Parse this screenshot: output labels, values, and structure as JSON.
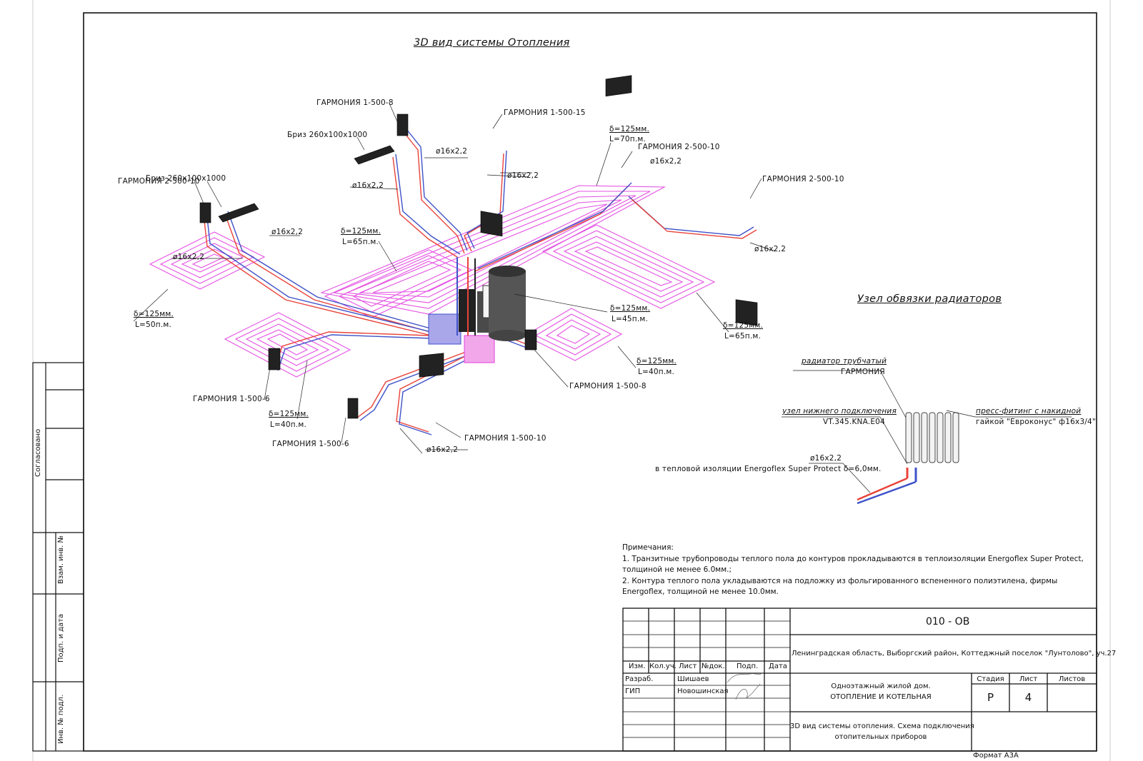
{
  "titles": {
    "main": "3D вид системы Отопления",
    "node": "Узел обвязки радиаторов"
  },
  "labels": {
    "rad_top1": "ГАРМОНИЯ 1-500-8",
    "rad_top2": "ГАРМОНИЯ 1-500-15",
    "briz1": "Бриз 260х100х1000",
    "briz2": "Бриз 260х100х1000",
    "rad_left": "ГАРМОНИЯ 2-500-10",
    "rad_ne": "ГАРМОНИЯ 2-500-10",
    "rad_e": "ГАРМОНИЯ 2-500-10",
    "rad_c": "ГАРМОНИЯ 1-500-8",
    "rad_sw": "ГАРМОНИЯ 1-500-6",
    "rad_s1": "ГАРМОНИЯ 1-500-6",
    "rad_s2": "ГАРМОНИЯ 1-500-10",
    "pipe1": "ø16x2,2",
    "pipe2": "ø16x2,2",
    "pipe3": "ø16x2,2",
    "pipe4": "ø16x2,2",
    "pipe5": "ø16x2,2",
    "pipe6": "ø16x2,2",
    "pipe7": "ø16x2,2",
    "pipe8": "ø16x2,2",
    "pipe9": "ø16x2,2",
    "loop_ne_a": "δ=125мм.",
    "loop_ne_b": "L=70п.м.",
    "loop_mid_a": "δ=125мм.",
    "loop_mid_b": "L=65п.м.",
    "loop_w_a": "δ=125мм.",
    "loop_w_b": "L=50п.м.",
    "loop_c_a": "δ=125мм.",
    "loop_c_b": "L=45п.м.",
    "loop_e_a": "δ=125мм.",
    "loop_e_b": "L=65п.м.",
    "loop_se_a": "δ=125мм.",
    "loop_se_b": "L=40п.м.",
    "loop_sw_a": "δ=125мм.",
    "loop_sw_b": "L=40п.м."
  },
  "node": {
    "rad_a": "радиатор трубчатый",
    "rad_b": "ГАРМОНИЯ",
    "conn_a": "узел нижнего подключения",
    "conn_b": "VT.345.KNA.E04",
    "fit_a": "пресс-фитинг с накидной",
    "fit_b": "гайкой \"Евроконус\" ф16х3/4\"",
    "pipe": "ø16x2,2",
    "insul": "в тепловой изоляции Energoflex Super Protect δ=6,0мм."
  },
  "notes": {
    "head": "Примечания:",
    "n1": "1. Транзитные трубопроводы теплого пола до контуров прокладываются в теплоизоляции Energoflex Super Protect, толщиной не менее 6.0мм.;",
    "n2": "2. Контура теплого пола укладываются на подложку из фольгированного вспененного полиэтилена, фирмы Energoflex, толщиной не менее 10.0мм."
  },
  "stamp": {
    "code": "010 - ОВ",
    "address": "Ленинградская область, Выборгский район, Коттеджный поселок \"Лунтолово\", уч.27",
    "h_izm": "Изм.",
    "h_koluch": "Кол.уч.",
    "h_list": "Лист",
    "h_ndok": "№док.",
    "h_podp": "Подп.",
    "h_data": "Дата",
    "r1_role": "Разраб.",
    "r1_name": "Шишаев",
    "r2_role": "ГИП",
    "r2_name": "Новошинская",
    "object_a": "Одноэтажный жилой дом.",
    "object_b": "ОТОПЛЕНИЕ И КОТЕЛЬНАЯ",
    "sheet_title_a": "3D вид системы отопления. Схема подключения",
    "sheet_title_b": "отопительных приборов",
    "h_stage": "Стадия",
    "h_sheet": "Лист",
    "h_sheets": "Листов",
    "stage": "Р",
    "sheet": "4",
    "sheets": "",
    "format": "Формат А3А"
  },
  "side": {
    "agreed": "Согласовано",
    "inv_replace": "Взам. инв. №",
    "sign_date": "Подп. и дата",
    "inv_orig": "Инв. № подл."
  },
  "colors": {
    "pink": "#e23fe0",
    "red": "#e8433a",
    "blue": "#3e52c8",
    "frame": "#111111"
  }
}
